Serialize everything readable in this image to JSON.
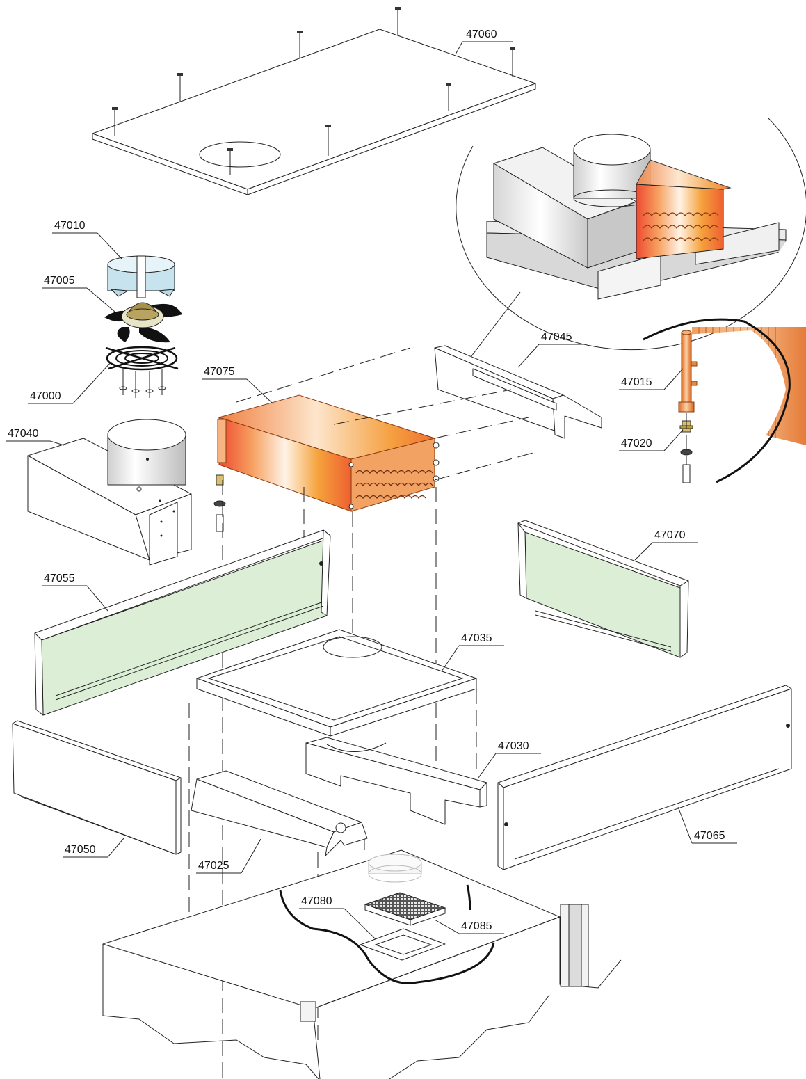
{
  "colors": {
    "line": "#222222",
    "panel_green": "#dcefd6",
    "coil_copper": "#e8803a",
    "coil_orange": "#f5a23c",
    "coil_red": "#ee5a3a",
    "fan_gold": "#a8924a",
    "ring_blue": "#c7e3ee",
    "cable": "#111111"
  },
  "parts": [
    {
      "id": "p47000",
      "number": "47000",
      "name": "fan-guard"
    },
    {
      "id": "p47005",
      "number": "47005",
      "name": "fan-motor"
    },
    {
      "id": "p47010",
      "number": "47010",
      "name": "fan-ring"
    },
    {
      "id": "p47015",
      "number": "47015",
      "name": "copper-pipe"
    },
    {
      "id": "p47020",
      "number": "47020",
      "name": "expansion-valve"
    },
    {
      "id": "p47025",
      "number": "47025",
      "name": "bottom-bracket"
    },
    {
      "id": "p47030",
      "number": "47030",
      "name": "support-bracket"
    },
    {
      "id": "p47035",
      "number": "47035",
      "name": "base-frame"
    },
    {
      "id": "p47040",
      "number": "47040",
      "name": "fan-housing"
    },
    {
      "id": "p47045",
      "number": "47045",
      "name": "top-bracket"
    },
    {
      "id": "p47050",
      "number": "47050",
      "name": "front-left-panel"
    },
    {
      "id": "p47055",
      "number": "47055",
      "name": "side-panel-left"
    },
    {
      "id": "p47060",
      "number": "47060",
      "name": "top-cover"
    },
    {
      "id": "p47065",
      "number": "47065",
      "name": "front-right-panel"
    },
    {
      "id": "p47070",
      "number": "47070",
      "name": "side-panel-right"
    },
    {
      "id": "p47075",
      "number": "47075",
      "name": "evaporator-coil"
    },
    {
      "id": "p47080",
      "number": "47080",
      "name": "drain-frame"
    },
    {
      "id": "p47085",
      "number": "47085",
      "name": "drain-grille"
    }
  ]
}
